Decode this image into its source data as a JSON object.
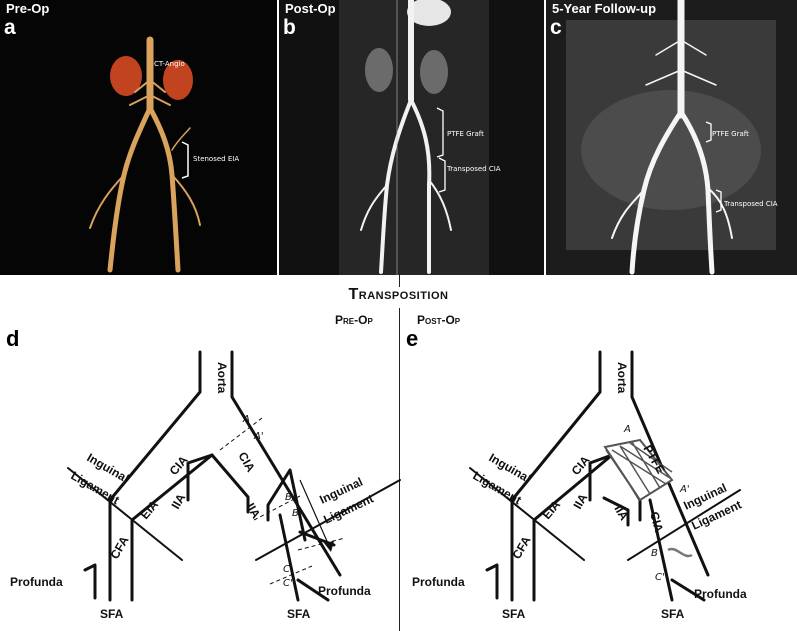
{
  "panels": [
    {
      "title": "Pre-Op",
      "letter": "a",
      "annotations": [
        "CT-Angio",
        "Stenosed EIA"
      ]
    },
    {
      "title": "Post-Op",
      "letter": "b",
      "annotations": [
        "PTFE Graft",
        "Transposed CIA"
      ]
    },
    {
      "title": "5-Year Follow-up",
      "letter": "c",
      "annotations": [
        "PTFE Graft",
        "Transposed CIA"
      ]
    }
  ],
  "diagram": {
    "title": "Transposition",
    "pre_op": {
      "label": "Pre-Op",
      "letter": "d",
      "labels": {
        "aorta": "Aorta",
        "cia_left": "CIA",
        "cia_right": "CIA",
        "eia": "EIA",
        "iia_left": "IIA",
        "iia_right": "IIA",
        "cfa": "CFA",
        "sfa": "SFA",
        "inguinal_left": "Inguinal",
        "ligament_left": "Ligament",
        "inguinal_right": "Inguinal",
        "ligament_right": "Ligament",
        "profunda_left": "Profunda",
        "profunda_right": "Profunda"
      },
      "points": [
        "A",
        "A'",
        "B",
        "B'",
        "C",
        "C'"
      ]
    },
    "post_op": {
      "label": "Post-Op",
      "letter": "e",
      "labels": {
        "aorta": "Aorta",
        "ptfe": "PTFE",
        "cia_left": "CIA",
        "cia_right": "CIA",
        "eia": "EIA",
        "iia_left": "IIA",
        "iia_right": "IIA",
        "cfa": "CFA",
        "sfa": "SFA",
        "inguinal_left": "Inguinal",
        "ligament_left": "Ligament",
        "inguinal_right": "Inguinal",
        "ligament_right": "Ligament",
        "profunda_left": "Profunda",
        "profunda_right": "Profunda"
      },
      "points": [
        "A",
        "A'",
        "B",
        "C'"
      ]
    }
  }
}
